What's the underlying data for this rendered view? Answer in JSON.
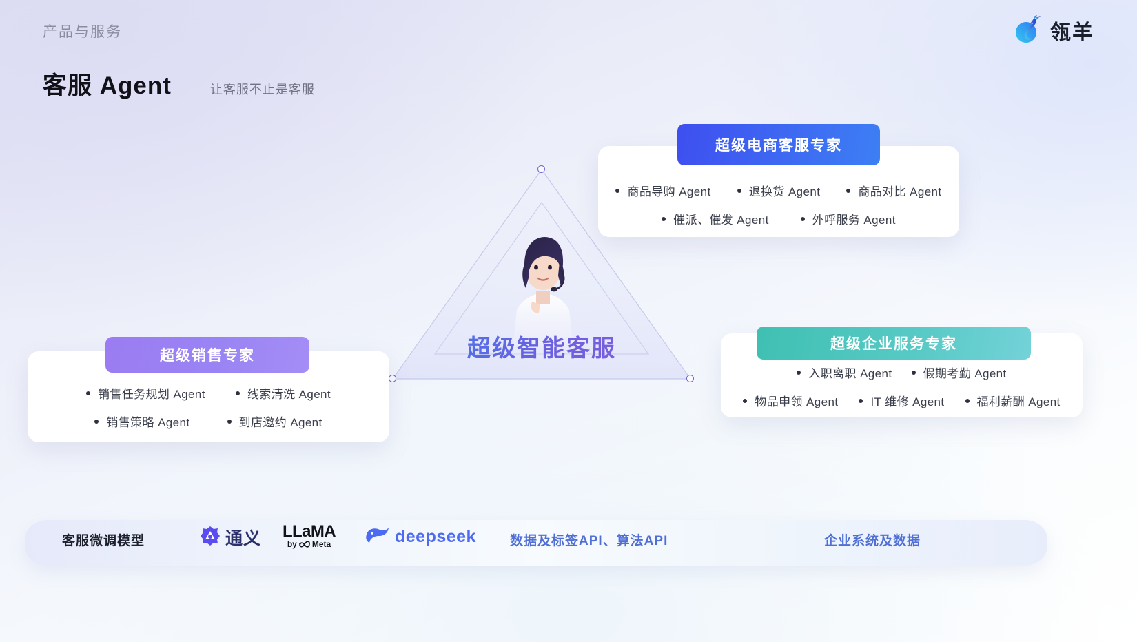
{
  "header": {
    "kicker": "产品与服务",
    "title": "客服 Agent",
    "subtitle": "让客服不止是客服",
    "logo_text": "瓴羊",
    "logo_icon": "lingyang-dragon-logo"
  },
  "center": {
    "label": "超级智能客服",
    "avatar_icon": "customer-service-agent-avatar",
    "node_icon": "triangle-vertex-node"
  },
  "cards": [
    {
      "id": "ecommerce",
      "pill": "超级电商客服专家",
      "color": "#3e4ff0",
      "rows": [
        [
          "商品导购 Agent",
          "退换货 Agent",
          "商品对比 Agent"
        ],
        [
          "催派、催发 Agent",
          "外呼服务 Agent"
        ]
      ]
    },
    {
      "id": "sales",
      "pill": "超级销售专家",
      "color": "#9b7cf2",
      "rows": [
        [
          "销售任务规划 Agent",
          "线索清洗 Agent"
        ],
        [
          "销售策略 Agent",
          "到店邀约 Agent"
        ]
      ]
    },
    {
      "id": "enterprise",
      "pill": "超级企业服务专家",
      "color": "#3fc0b2",
      "rows": [
        [
          "入职离职 Agent",
          "假期考勤 Agent"
        ],
        [
          "物品申领 Agent",
          "IT 维修 Agent",
          "福利薪酬 Agent"
        ]
      ]
    }
  ],
  "foundation": {
    "arrow_icon": "up-arrow-icon",
    "model_label": "客服微调模型",
    "brands": [
      {
        "name": "通义",
        "icon": "tongyi-logo"
      },
      {
        "name": "LLaMA",
        "sub": "Meta",
        "sub_prefix": "by",
        "icon": "llama-meta-logo"
      },
      {
        "name": "deepseek",
        "icon": "deepseek-whale-logo"
      }
    ],
    "api_label": "数据及标签API、算法API",
    "system_label": "企业系统及数据"
  }
}
